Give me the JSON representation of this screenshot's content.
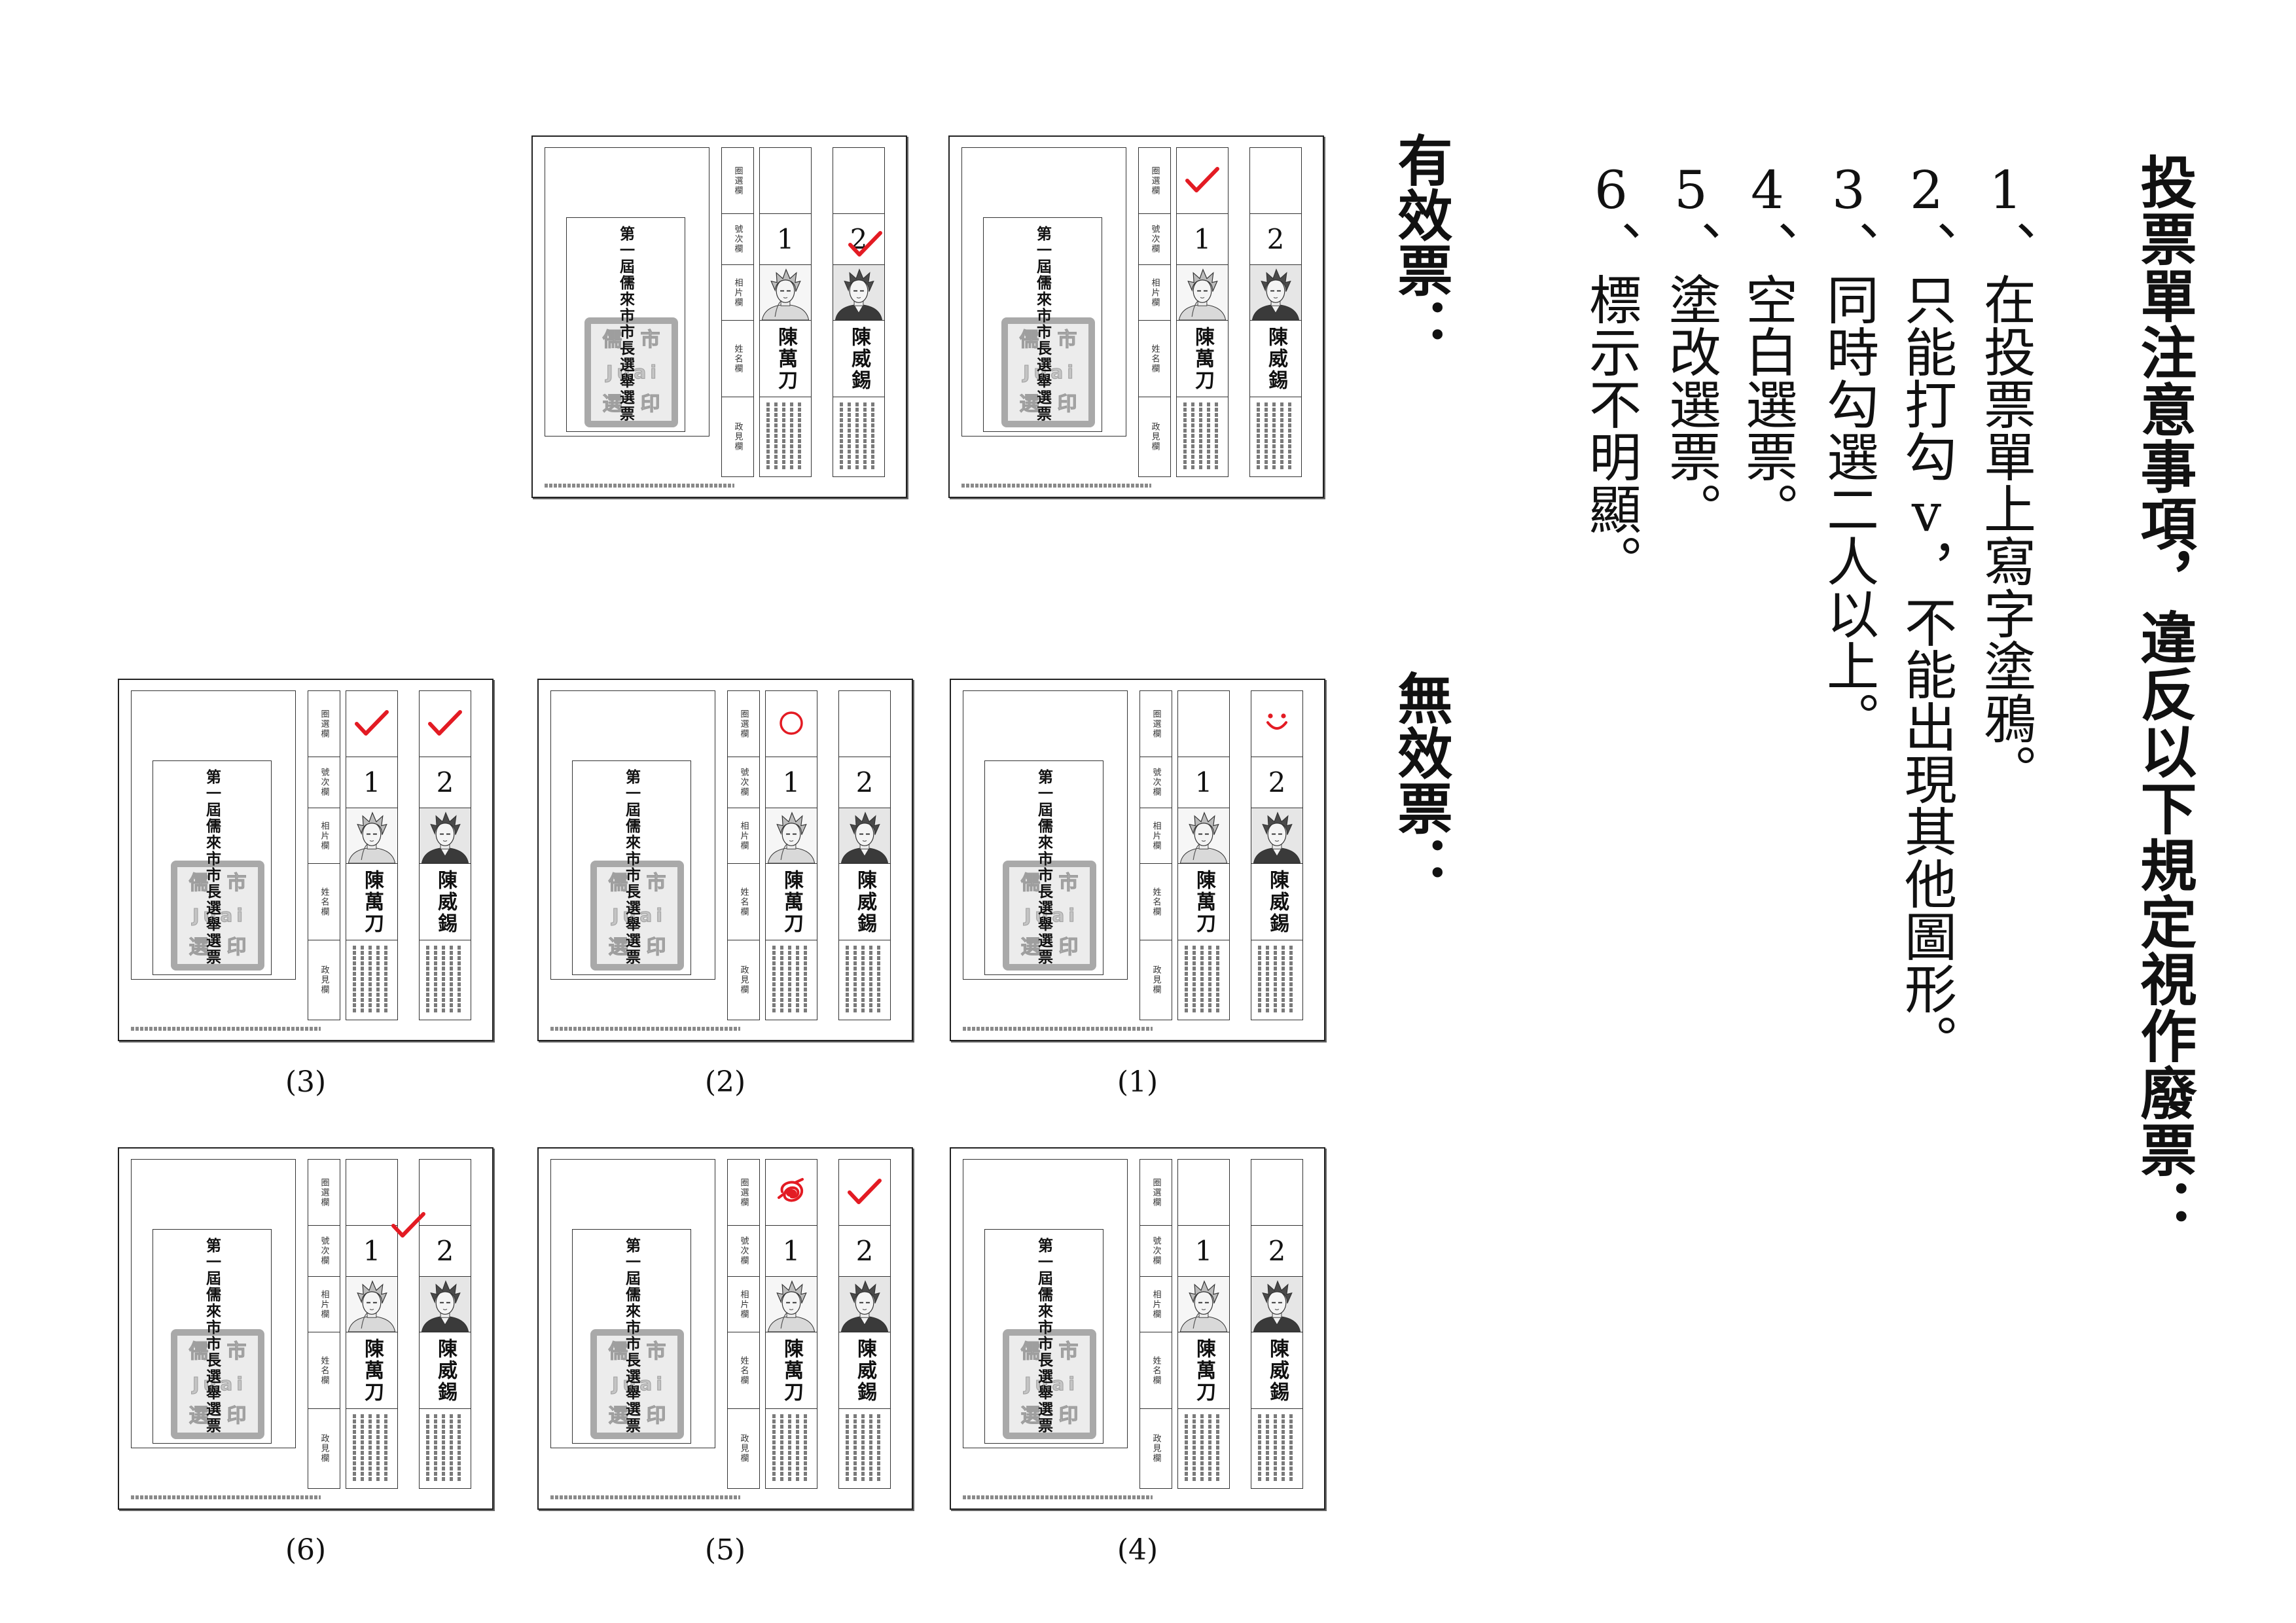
{
  "notice": {
    "title": "投票單注意事項，違反以下規定視作廢票：",
    "rules": [
      "1、在投票單上寫字塗鴉。",
      "2、只能打勾v，不能出現其他圖形。",
      "3、同時勾選二人以上。",
      "4、空白選票。",
      "5、塗改選票。",
      "6、標示不明顯。"
    ]
  },
  "headings": {
    "valid": "有效票：",
    "invalid": "無效票："
  },
  "ballot_template": {
    "title": "第一屆儒來市市長選舉選票",
    "stamp": [
      "儒市",
      "Juai",
      "選印"
    ],
    "row_labels": [
      "圈選欄",
      "號次欄",
      "相片欄",
      "姓名欄",
      "政見欄"
    ],
    "candidates": [
      {
        "number": "1",
        "name": "陳萬刀",
        "photo_icon": "candidate-portrait-light-hair"
      },
      {
        "number": "2",
        "name": "陳威錫",
        "photo_icon": "candidate-portrait-dark-hair"
      }
    ]
  },
  "valid_ballots": [
    {
      "marks": [
        {
          "icon": "check-mark-icon",
          "cell": "candidate-2-number"
        }
      ]
    },
    {
      "marks": [
        {
          "icon": "check-mark-icon",
          "cell": "candidate-1-select"
        }
      ]
    }
  ],
  "invalid_ballots": [
    {
      "caption": "(3)",
      "marks": [
        {
          "icon": "check-mark-icon",
          "cell": "candidate-1-select"
        },
        {
          "icon": "check-mark-icon",
          "cell": "candidate-2-select"
        }
      ]
    },
    {
      "caption": "(2)",
      "marks": [
        {
          "icon": "circle-mark-icon",
          "cell": "candidate-1-select"
        }
      ]
    },
    {
      "caption": "(1)",
      "marks": [
        {
          "icon": "smiley-mark-icon",
          "cell": "candidate-2-select"
        }
      ]
    },
    {
      "caption": "(6)",
      "marks": [
        {
          "icon": "check-mark-icon",
          "cell": "between-candidates"
        }
      ]
    },
    {
      "caption": "(5)",
      "marks": [
        {
          "icon": "scribble-mark-icon",
          "cell": "candidate-1-select"
        },
        {
          "icon": "check-mark-icon",
          "cell": "candidate-2-select"
        }
      ]
    },
    {
      "caption": "(4)",
      "marks": []
    }
  ],
  "colors": {
    "mark": "#e31b23",
    "stamp": "#a9a9a9",
    "ink": "#111111"
  }
}
